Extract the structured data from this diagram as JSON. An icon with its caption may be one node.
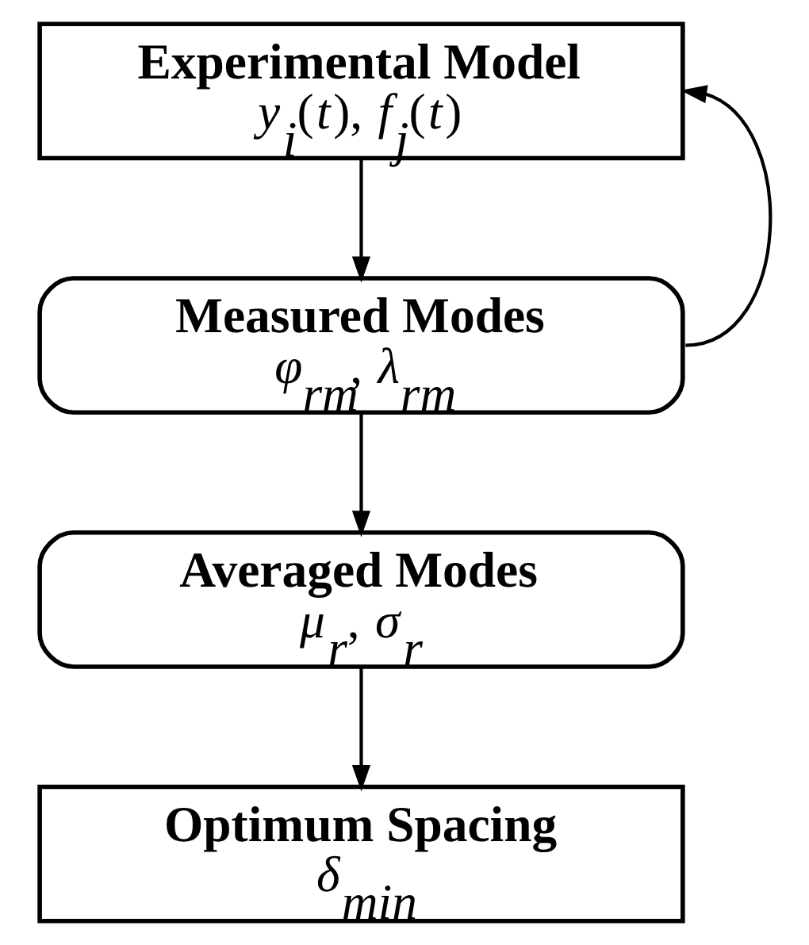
{
  "diagram": {
    "nodes": [
      {
        "text": [
          "Experimental Model",
          "*y*$_{i}$(*t*), *f*$_{j}$(*t*)"
        ]
      },
      {
        "text": [
          "Measured Modes",
          "*φ*$_{rm}$, *λ*$_{rm}$"
        ]
      },
      {
        "text": [
          "Averaged Modes",
          "*μ*$_{r}$, *σ*$_{r}$"
        ]
      },
      {
        "text": [
          "Optimum Spacing",
          "*δ*$_{min}$"
        ]
      }
    ],
    "edges": [
      {
        "from": 0,
        "to": 1,
        "arrow": "to"
      },
      {
        "from": 1,
        "to": 2,
        "arrow": "to"
      },
      {
        "from": 2,
        "to": 3,
        "arrow": "to"
      },
      {
        "from": 1,
        "to": 0,
        "arrow": "to"
      }
    ]
  }
}
